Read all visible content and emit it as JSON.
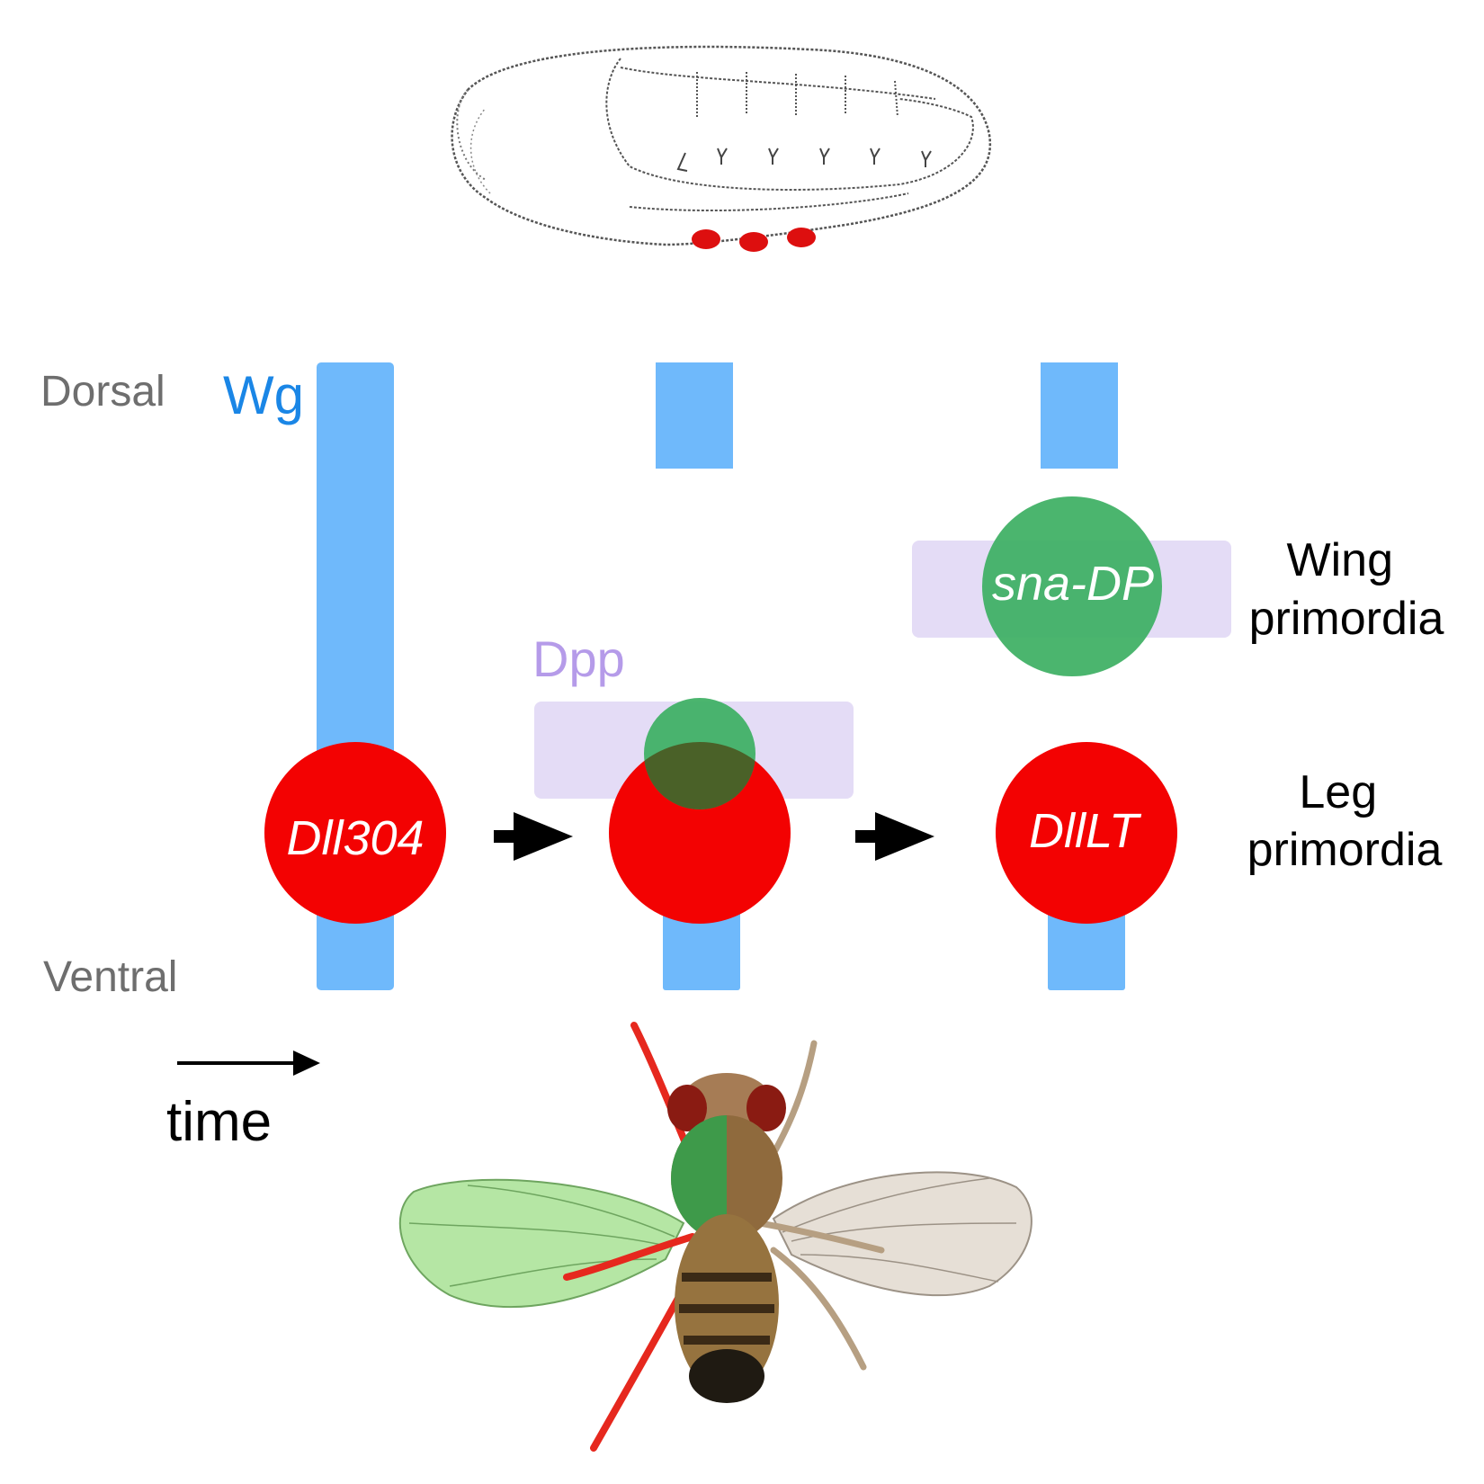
{
  "axis": {
    "dorsal": "Dorsal",
    "ventral": "Ventral",
    "time": "time"
  },
  "signals": {
    "wg": "Wg",
    "dpp": "Dpp"
  },
  "enhancers": {
    "dll304": "Dll304",
    "dlllt": "DllLT",
    "sna_dp": "sna-DP"
  },
  "primordia": {
    "wing_line1": "Wing",
    "wing_line2": "primordia",
    "leg_line1": "Leg",
    "leg_line2": "primordia"
  },
  "colors": {
    "wg": "#6fb9fb",
    "wg_text": "#1a86e6",
    "dpp": "#e4dcf6",
    "dpp_text": "#b59be9",
    "leg_red": "#f30202",
    "wing_green": "#3caf62",
    "axis_gray": "#6e6e6e"
  },
  "icons": {
    "embryo": "drosophila-embryo-illustration",
    "fly": "adult-drosophila-illustration"
  }
}
